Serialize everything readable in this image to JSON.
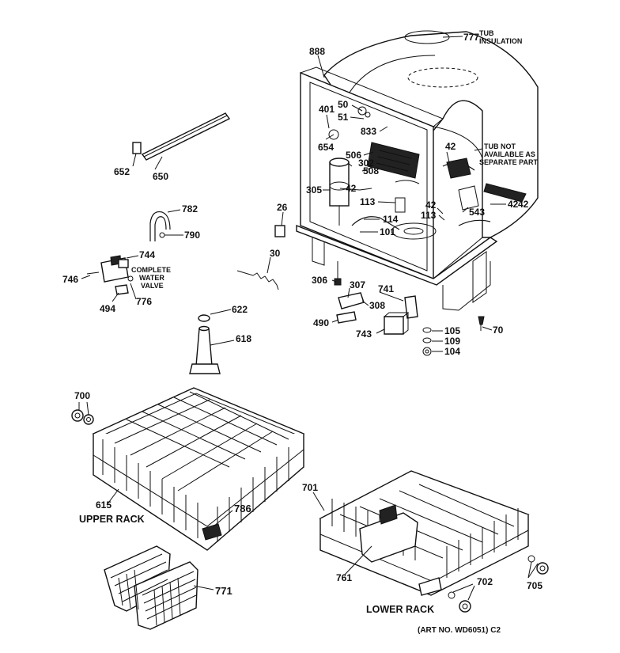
{
  "labels": {
    "p777": "777",
    "tub_insulation_1": "TUB",
    "tub_insulation_2": "INSULATION",
    "p888": "888",
    "p401": "401",
    "p50": "50",
    "p51": "51",
    "p833": "833",
    "p654": "654",
    "p506": "506",
    "p302": "302",
    "p508": "508",
    "p42a": "42",
    "p305": "305",
    "p42b": "42",
    "p113a": "113",
    "p114": "114",
    "p101": "101",
    "p42c": "42",
    "p113b": "113",
    "p543": "543",
    "p42d": "42",
    "p42e": "42",
    "tub_na_1": "TUB NOT",
    "tub_na_2": "AVAILABLE AS",
    "tub_na_3": "SEPARATE PART",
    "p26": "26",
    "p30": "30",
    "p306": "306",
    "p307": "307",
    "p741": "741",
    "p308": "308",
    "p490": "490",
    "p743": "743",
    "p105": "105",
    "p109": "109",
    "p104": "104",
    "p70": "70",
    "p652": "652",
    "p650": "650",
    "p782": "782",
    "p790": "790",
    "p744": "744",
    "p746": "746",
    "valve_1": "COMPLETE",
    "valve_2": "WATER",
    "valve_3": "VALVE",
    "p494": "494",
    "p776": "776",
    "p622": "622",
    "p618": "618",
    "p700": "700",
    "p615": "615",
    "p786": "786",
    "p771": "771",
    "p701": "701",
    "p761": "761",
    "p702": "702",
    "p705": "705"
  },
  "captions": {
    "upper_rack": "UPPER RACK",
    "lower_rack": "LOWER RACK",
    "art_no": "(ART NO. WD6051) C2"
  }
}
